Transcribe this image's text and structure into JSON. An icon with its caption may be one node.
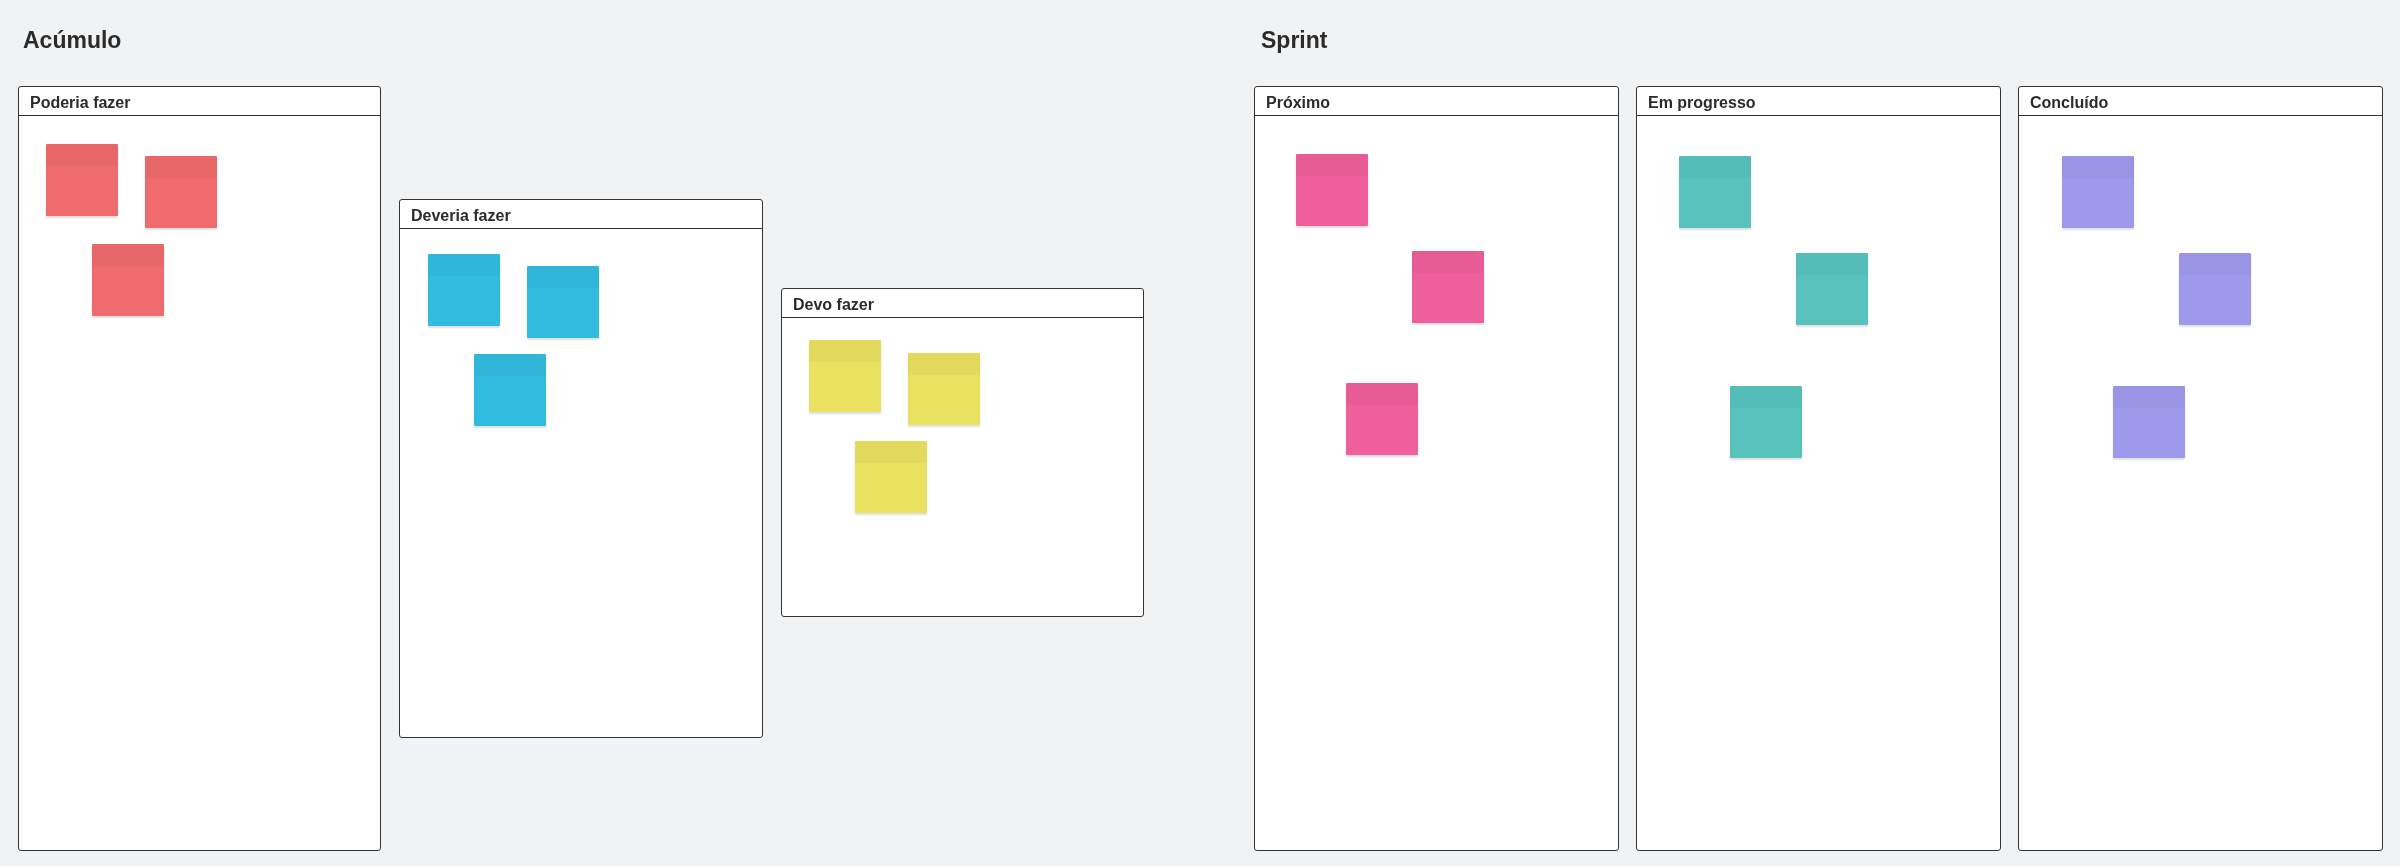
{
  "diagram": {
    "nodes": [
      {
        "text": [
          "Poderia fazer"
        ]
      },
      {
        "text": [],
        "shape": "box",
        "in": 0
      },
      {
        "text": [],
        "shape": "box",
        "in": 0
      },
      {
        "text": [],
        "shape": "box",
        "in": 0
      },
      {
        "text": [
          "Deveria fazer"
        ]
      },
      {
        "text": [],
        "shape": "box",
        "in": 4
      },
      {
        "text": [],
        "shape": "box",
        "in": 4
      },
      {
        "text": [],
        "shape": "box",
        "in": 4
      },
      {
        "text": [
          "Devo fazer"
        ]
      },
      {
        "text": [],
        "shape": "box",
        "in": 8
      },
      {
        "text": [],
        "shape": "box",
        "in": 8
      },
      {
        "text": [],
        "shape": "box",
        "in": 8
      },
      {
        "text": [
          "Próximo"
        ]
      },
      {
        "text": [],
        "shape": "box",
        "in": 12
      },
      {
        "text": [],
        "shape": "box",
        "in": 12
      },
      {
        "text": [],
        "shape": "box",
        "in": 12
      },
      {
        "text": [
          "Em progresso"
        ]
      },
      {
        "text": [],
        "shape": "box",
        "in": 16
      },
      {
        "text": [],
        "shape": "box",
        "in": 16
      },
      {
        "text": [],
        "shape": "box",
        "in": 16
      },
      {
        "text": [
          "Concluído"
        ]
      },
      {
        "text": [],
        "shape": "box",
        "in": 20
      },
      {
        "text": [],
        "shape": "box",
        "in": 20
      },
      {
        "text": [],
        "shape": "box",
        "in": 20
      }
    ],
    "labels": [
      "Acúmulo",
      "Sprint"
    ]
  }
}
